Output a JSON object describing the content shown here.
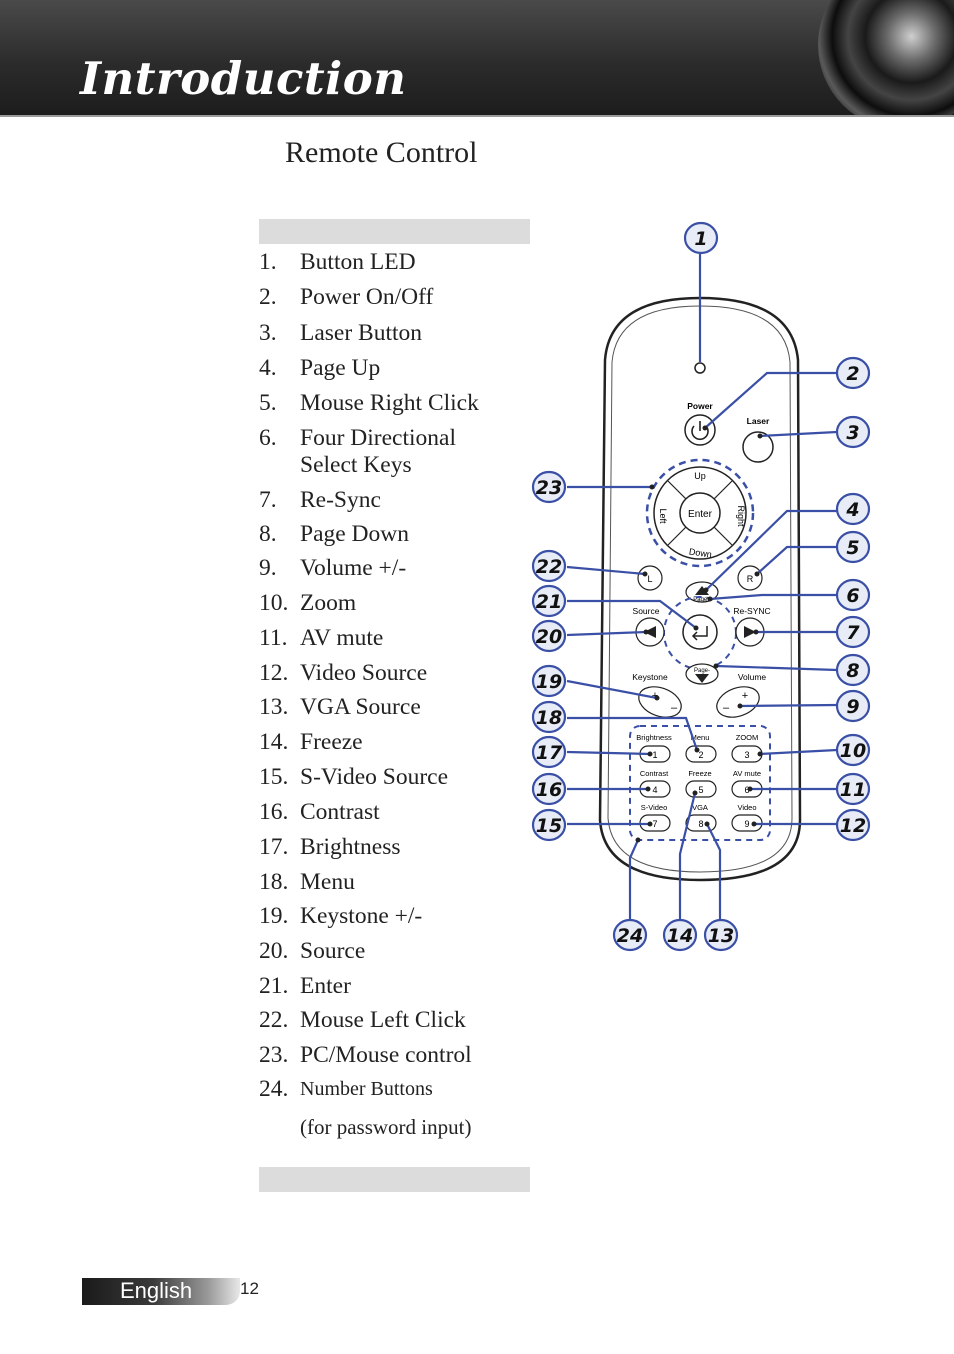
{
  "header": {
    "title": "Introduction"
  },
  "section": {
    "title": "Remote Control"
  },
  "items": [
    {
      "num": "1.",
      "label": "Button LED"
    },
    {
      "num": "2.",
      "label": "Power On/Off"
    },
    {
      "num": "3.",
      "label": "Laser Button"
    },
    {
      "num": "4.",
      "label": "Page Up"
    },
    {
      "num": "5.",
      "label": "Mouse Right Click"
    },
    {
      "num": "6.",
      "label": "Four Directional"
    },
    {
      "num": "",
      "label": "Select Keys"
    },
    {
      "num": "7.",
      "label": "Re-Sync"
    },
    {
      "num": "8.",
      "label": "Page Down"
    },
    {
      "num": "9.",
      "label": "Volume +/-"
    },
    {
      "num": "10.",
      "label": "Zoom"
    },
    {
      "num": "11.",
      "label": "AV mute"
    },
    {
      "num": "12.",
      "label": "Video Source"
    },
    {
      "num": "13.",
      "label": "VGA Source"
    },
    {
      "num": "14.",
      "label": "Freeze"
    },
    {
      "num": "15.",
      "label": "S-Video Source"
    },
    {
      "num": "16.",
      "label": "Contrast"
    },
    {
      "num": "17.",
      "label": "Brightness"
    },
    {
      "num": "18.",
      "label": "Menu"
    },
    {
      "num": "19.",
      "label": "Keystone +/-"
    },
    {
      "num": "20.",
      "label": "Source"
    },
    {
      "num": "21.",
      "label": "Enter"
    },
    {
      "num": "22.",
      "label": "Mouse Left Click"
    },
    {
      "num": "23.",
      "label": "PC/Mouse control"
    },
    {
      "num": "24.",
      "label": "Number Buttons"
    },
    {
      "num": "",
      "label": "(for password input)"
    }
  ],
  "remote": {
    "power": "Power",
    "laser": "Laser",
    "up": "Up",
    "down": "Down",
    "left": "Left",
    "right": "Right",
    "enter": "Enter",
    "l": "L",
    "r": "R",
    "page_up": "Page+",
    "page_down": "Page-",
    "source": "Source",
    "resync": "Re-SYNC",
    "keystone": "Keystone",
    "volume": "Volume",
    "brightness": "Brightness",
    "menu": "Menu",
    "zoom": "ZOOM",
    "contrast": "Contrast",
    "freeze": "Freeze",
    "avmute": "AV mute",
    "svideo": "S-Video",
    "vga": "VGA",
    "video": "Video",
    "digits": [
      "1",
      "2",
      "3",
      "4",
      "5",
      "6",
      "7",
      "8",
      "9"
    ]
  },
  "callouts": [
    "1",
    "2",
    "3",
    "4",
    "5",
    "6",
    "7",
    "8",
    "9",
    "10",
    "11",
    "12",
    "13",
    "14",
    "15",
    "16",
    "17",
    "18",
    "19",
    "20",
    "21",
    "22",
    "23",
    "24"
  ],
  "footer": {
    "language": "English",
    "page": "12"
  }
}
